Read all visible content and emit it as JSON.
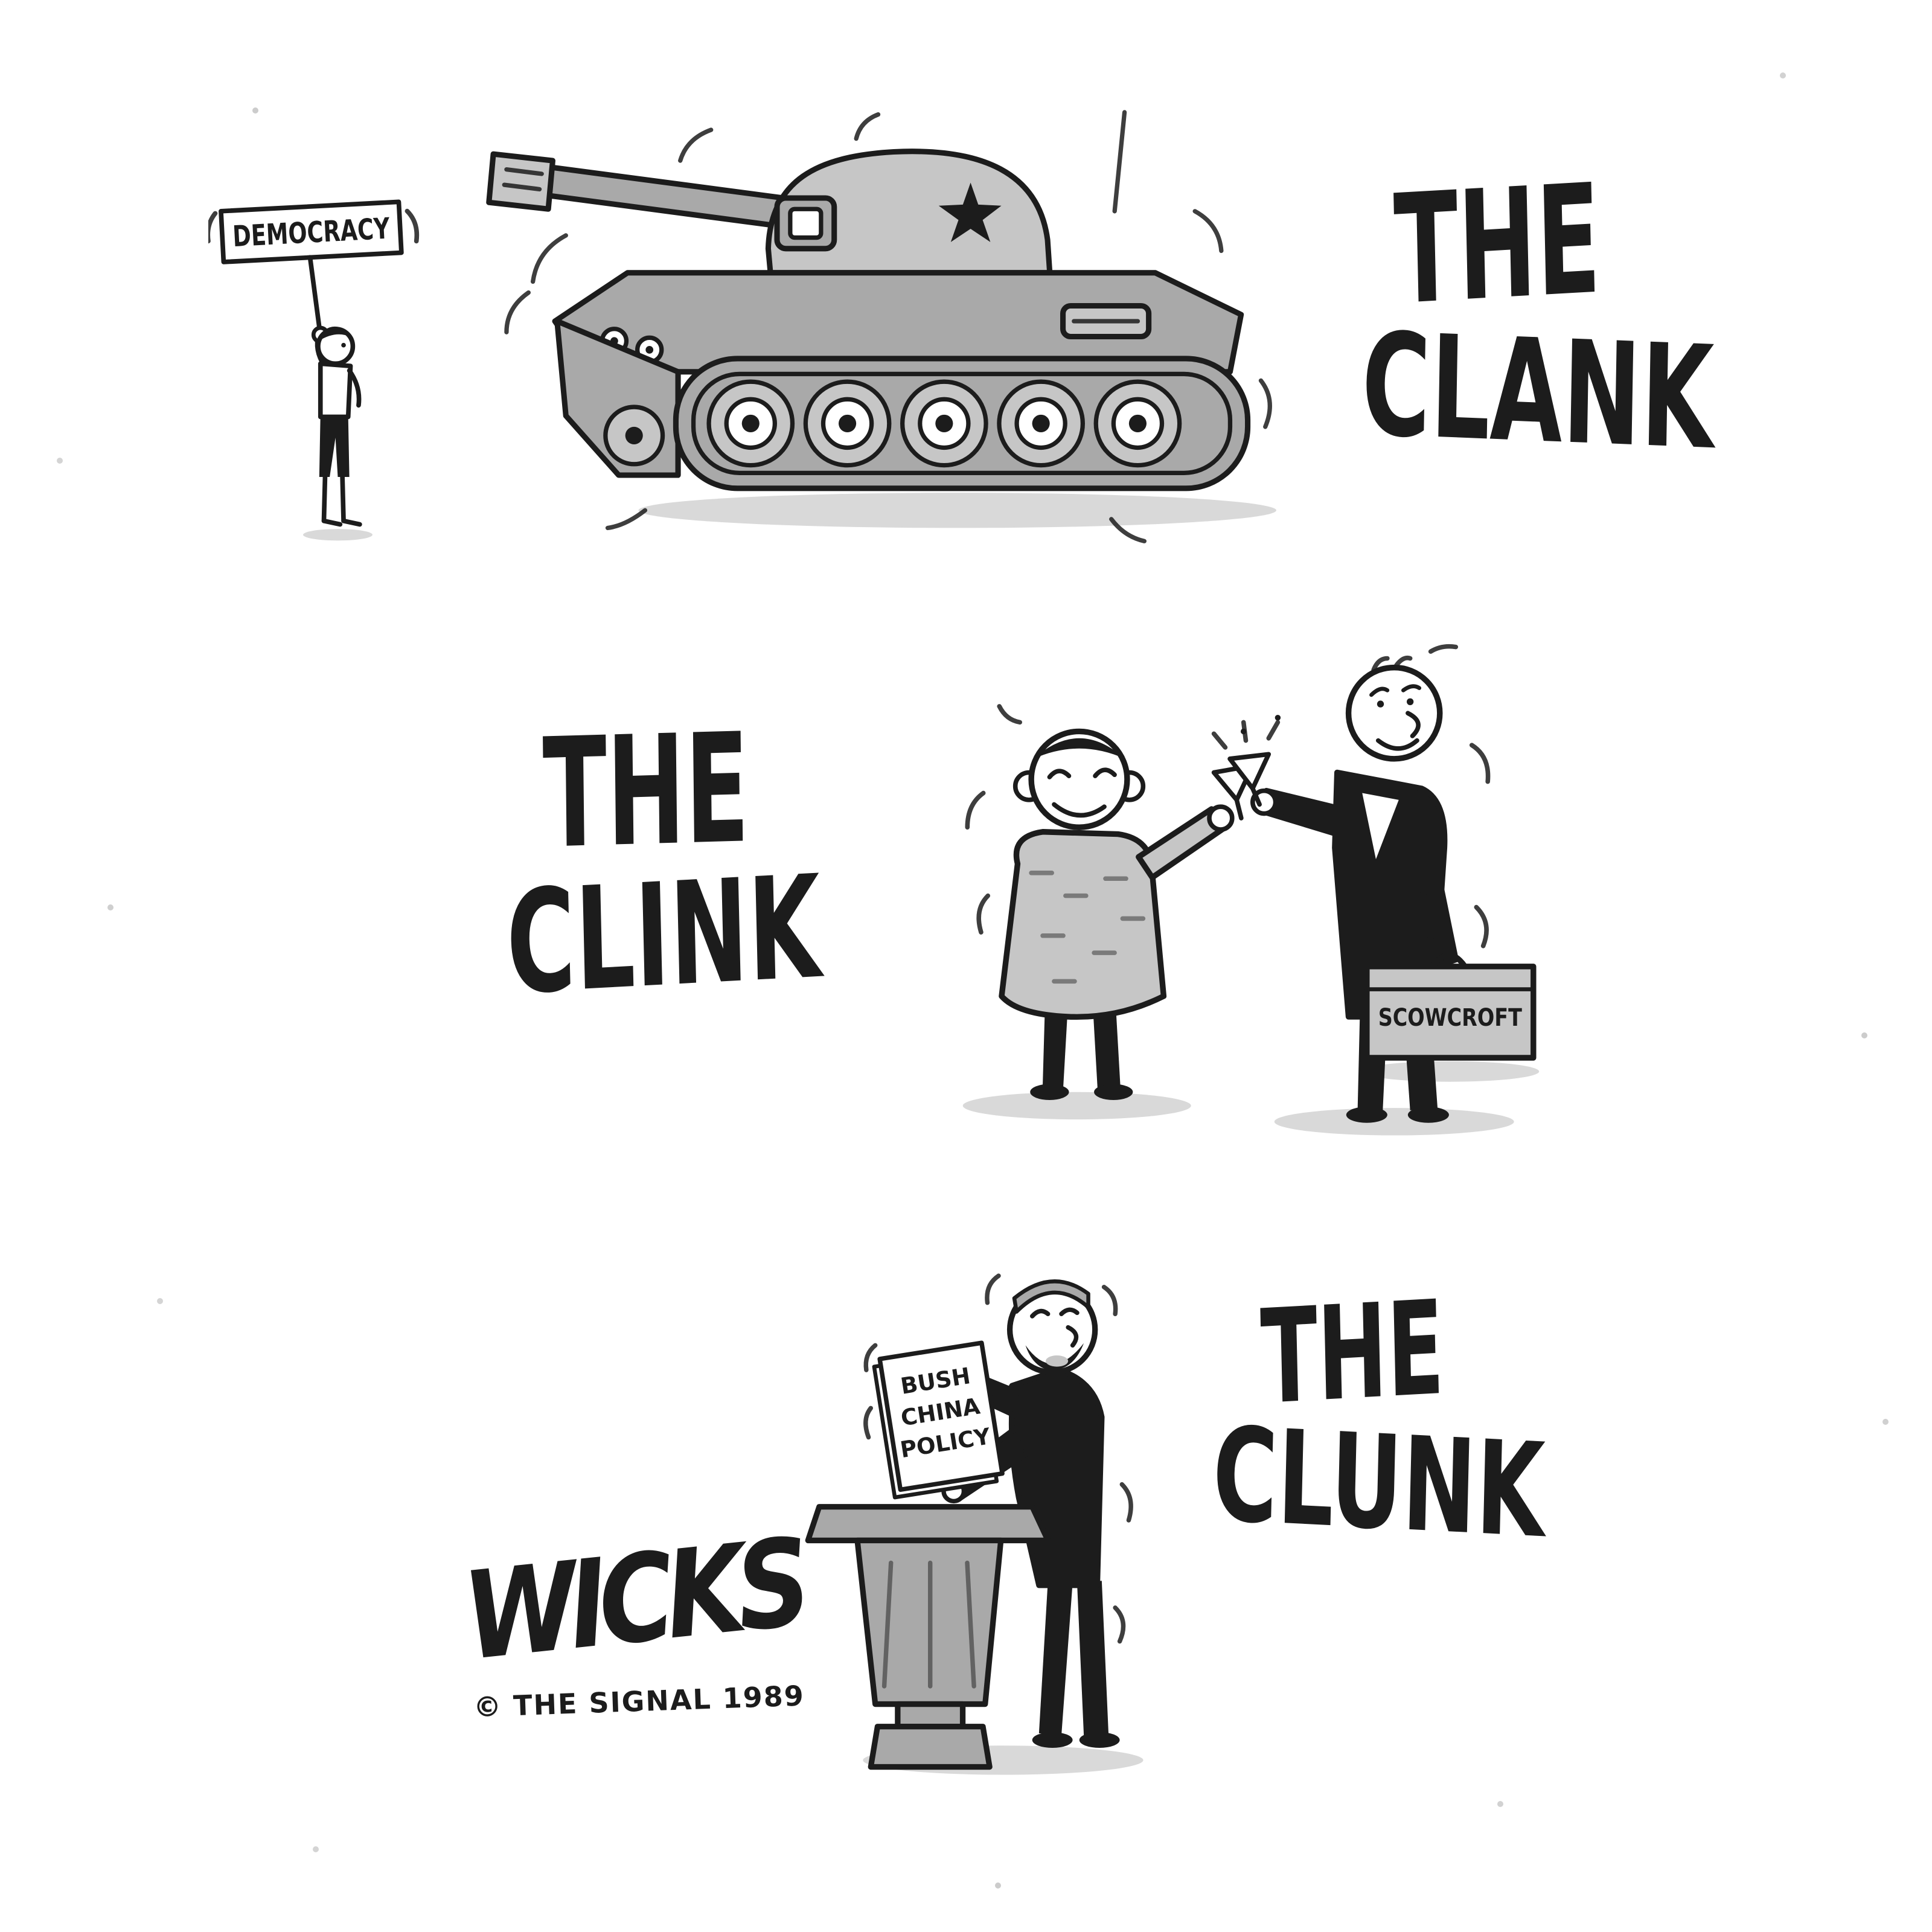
{
  "panel1": {
    "caption_line1": "THE",
    "caption_line2": "CLANK",
    "sign_text": "DEMOCRACY"
  },
  "panel2": {
    "caption_line1": "THE",
    "caption_line2": "CLINK",
    "briefcase_text": "SCOWCROFT"
  },
  "panel3": {
    "caption_line1": "THE",
    "caption_line2": "CLUNK",
    "paper_line1": "BUSH",
    "paper_line2": "CHINA",
    "paper_line3": "POLICY"
  },
  "signature": {
    "artist": "WICKS",
    "credit": "© THE SIGNAL 1989"
  },
  "colors": {
    "ink": "#1c1c1c",
    "paper": "#ffffff",
    "halftone_grey": "#a9a9a9",
    "halftone_light": "#c6c6c6"
  }
}
